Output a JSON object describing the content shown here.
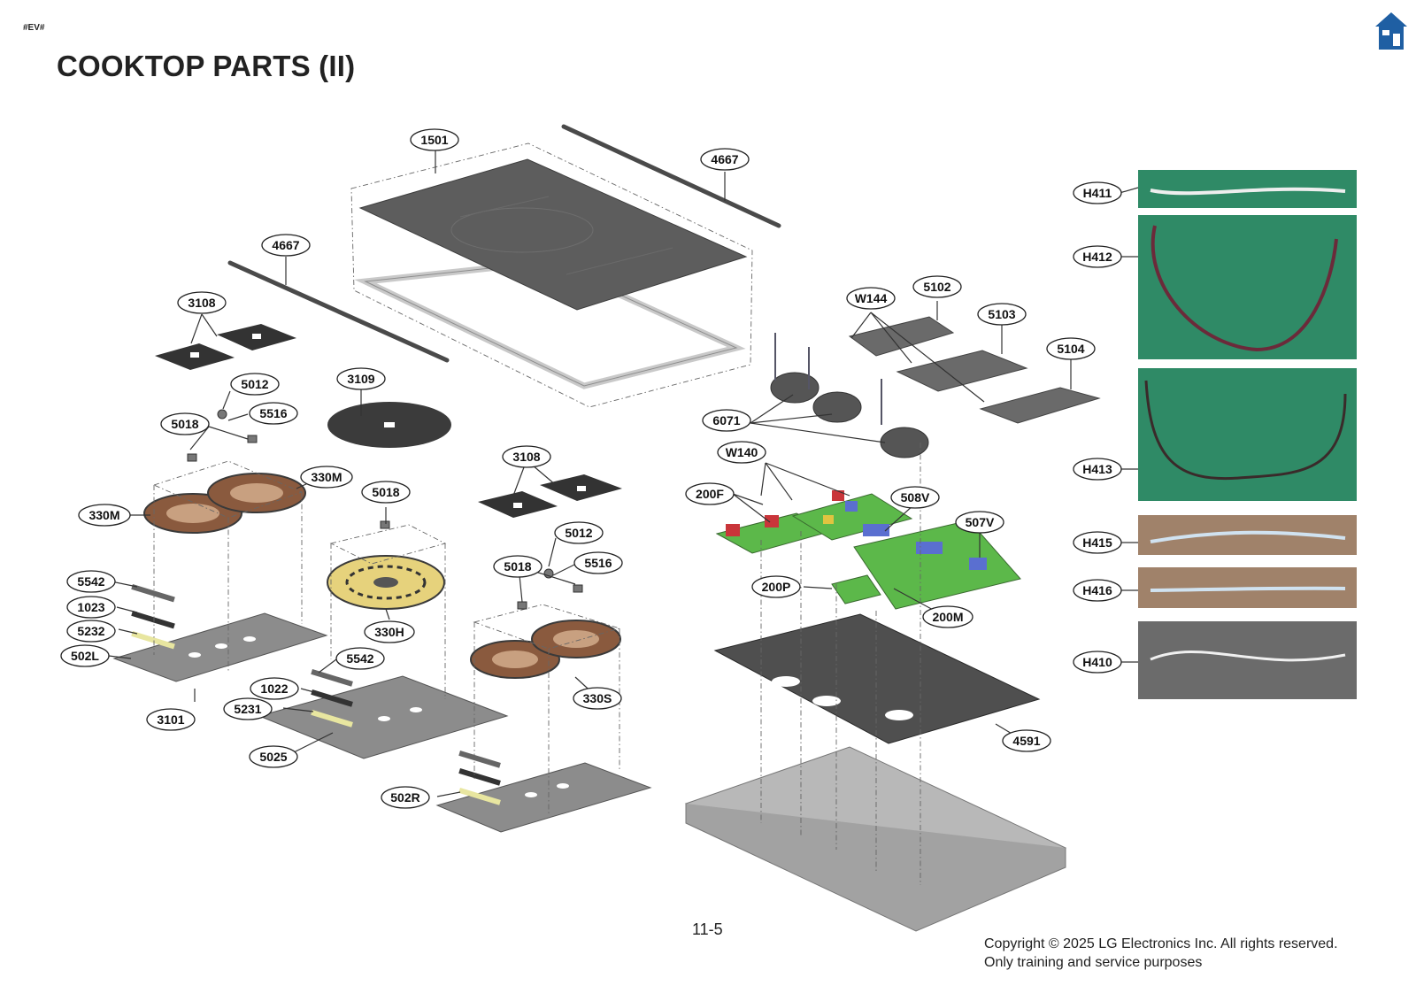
{
  "doc_tag": "#EV#",
  "title": "COOKTOP PARTS (II)",
  "page_number": "11-5",
  "copyright_line1": "Copyright © 2025 LG Electronics Inc. All rights reserved.",
  "copyright_line2": "Only training and service purposes",
  "colors": {
    "accent_home": "#1f5fa3",
    "glass": "#5a5a5a",
    "pcb_green": "#5cb84a",
    "photo_green": "#2f8a66"
  },
  "icons": [
    "home-icon"
  ],
  "callouts": {
    "c1501": "1501",
    "c4667a": "4667",
    "c4667b": "4667",
    "c3108a": "3108",
    "c3108b": "3108",
    "c3109": "3109",
    "c5012a": "5012",
    "c5012b": "5012",
    "c5516a": "5516",
    "c5516b": "5516",
    "c5018a": "5018",
    "c5018b": "5018",
    "c5018c": "5018",
    "c330Ma": "330M",
    "c330Mb": "330M",
    "c330H": "330H",
    "c330S": "330S",
    "c5542a": "5542",
    "c5542b": "5542",
    "c1023": "1023",
    "c5232": "5232",
    "c502L": "502L",
    "c3101": "3101",
    "c1022": "1022",
    "c5231": "5231",
    "c5025": "5025",
    "c502R": "502R",
    "cW144": "W144",
    "c5102": "5102",
    "c5103": "5103",
    "c5104": "5104",
    "c6071": "6071",
    "cW140": "W140",
    "c200F": "200F",
    "c508V": "508V",
    "c507V": "507V",
    "c200P": "200P",
    "c200M": "200M",
    "c4591": "4591",
    "cH411": "H411",
    "cH412": "H412",
    "cH413": "H413",
    "cH415": "H415",
    "cH416": "H416",
    "cH410": "H410"
  }
}
